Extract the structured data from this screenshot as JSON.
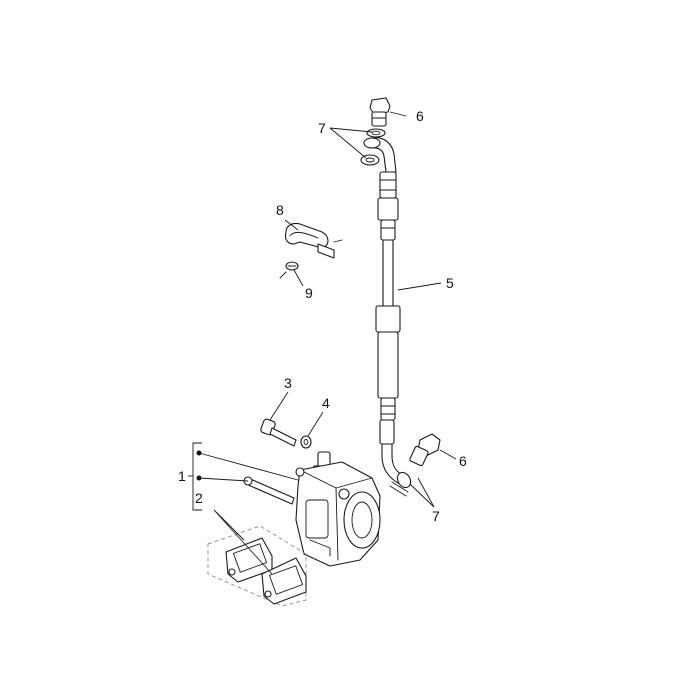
{
  "callouts": {
    "c1": "1",
    "c2": "2",
    "c3": "3",
    "c4": "4",
    "c5": "5",
    "c6a": "6",
    "c6b": "6",
    "c7a": "7",
    "c7b": "7",
    "c8": "8",
    "c9": "9"
  },
  "colors": {
    "line": "#1a1a1a",
    "background": "#ffffff",
    "dashed_outline": "#8a8a8a"
  }
}
